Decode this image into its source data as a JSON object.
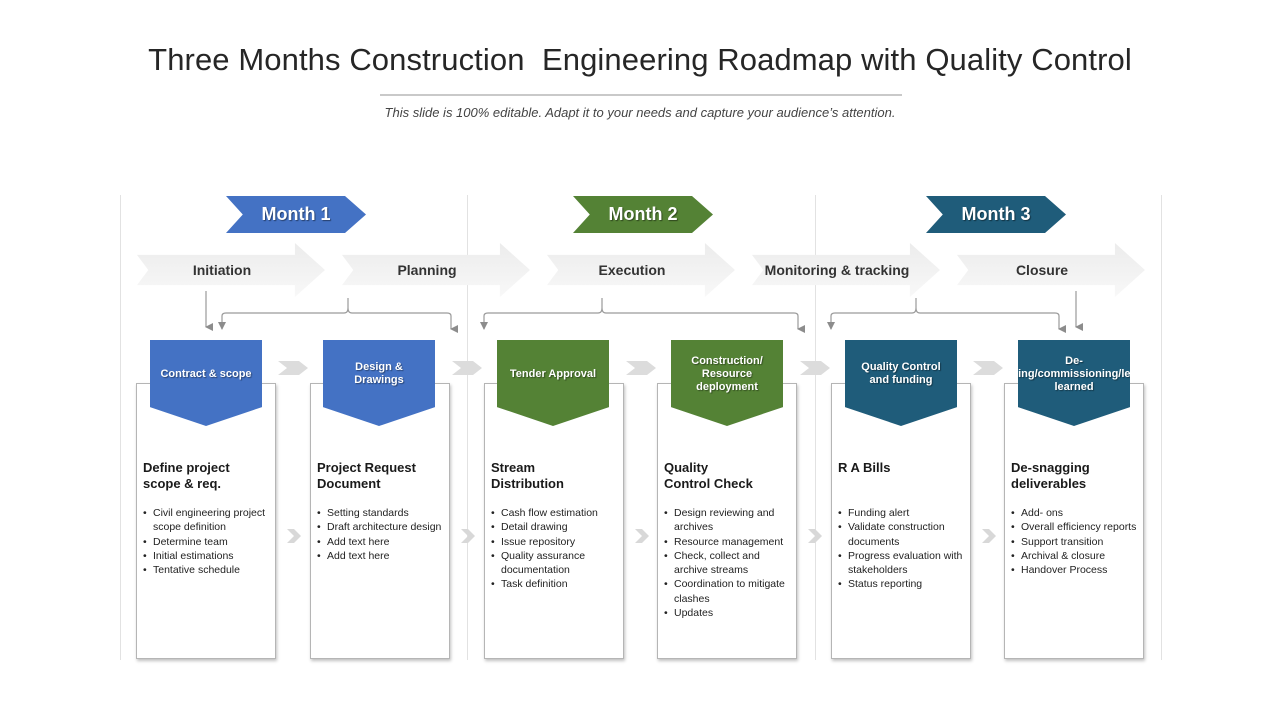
{
  "title": "Three Months Construction  Engineering Roadmap with Quality Control",
  "subtitle": "This slide is 100% editable. Adapt it to your needs and capture your audience’s attention.",
  "months": [
    {
      "label": "Month 1",
      "color": "#4472c4"
    },
    {
      "label": "Month 2",
      "color": "#548235"
    },
    {
      "label": "Month 3",
      "color": "#1f5c7a"
    }
  ],
  "phases": [
    "Initiation",
    "Planning",
    "Execution",
    "Monitoring & tracking",
    "Closure"
  ],
  "cards": [
    {
      "tag": "Contract & scope",
      "color": "#4472c4",
      "title": "Define project\nscope & req.",
      "items": [
        "Civil engineering project scope definition",
        "Determine team",
        "Initial estimations",
        "Tentative schedule"
      ]
    },
    {
      "tag": "Design & Drawings",
      "color": "#4472c4",
      "title": "Project Request\nDocument",
      "items": [
        "Setting standards",
        "Draft architecture design",
        "Add text here",
        "Add text here"
      ]
    },
    {
      "tag": "Tender Approval",
      "color": "#548235",
      "title": "Stream\nDistribution",
      "items": [
        "Cash flow estimation",
        "Detail drawing",
        "Issue repository",
        "Quality assurance documentation",
        "Task definition"
      ]
    },
    {
      "tag": "Construction/ Resource deployment",
      "color": "#548235",
      "title": "Quality\nControl Check",
      "items": [
        "Design reviewing and archives",
        "Resource management",
        "Check, collect and archive streams",
        "Coordination to mitigate clashes",
        "Updates"
      ]
    },
    {
      "tag": "Quality Control and funding",
      "color": "#1f5c7a",
      "title": "R A Bills",
      "items": [
        "Funding alert",
        "Validate construction documents",
        "Progress evaluation with stakeholders",
        "Status reporting"
      ]
    },
    {
      "tag": "De-snagging/commissioning/lessons learned",
      "color": "#1f5c7a",
      "title": "De-snagging\ndeliverables",
      "items": [
        "Add- ons",
        "Overall efficiency reports",
        "Support transition",
        "Archival & closure",
        "Handover Process"
      ]
    }
  ]
}
